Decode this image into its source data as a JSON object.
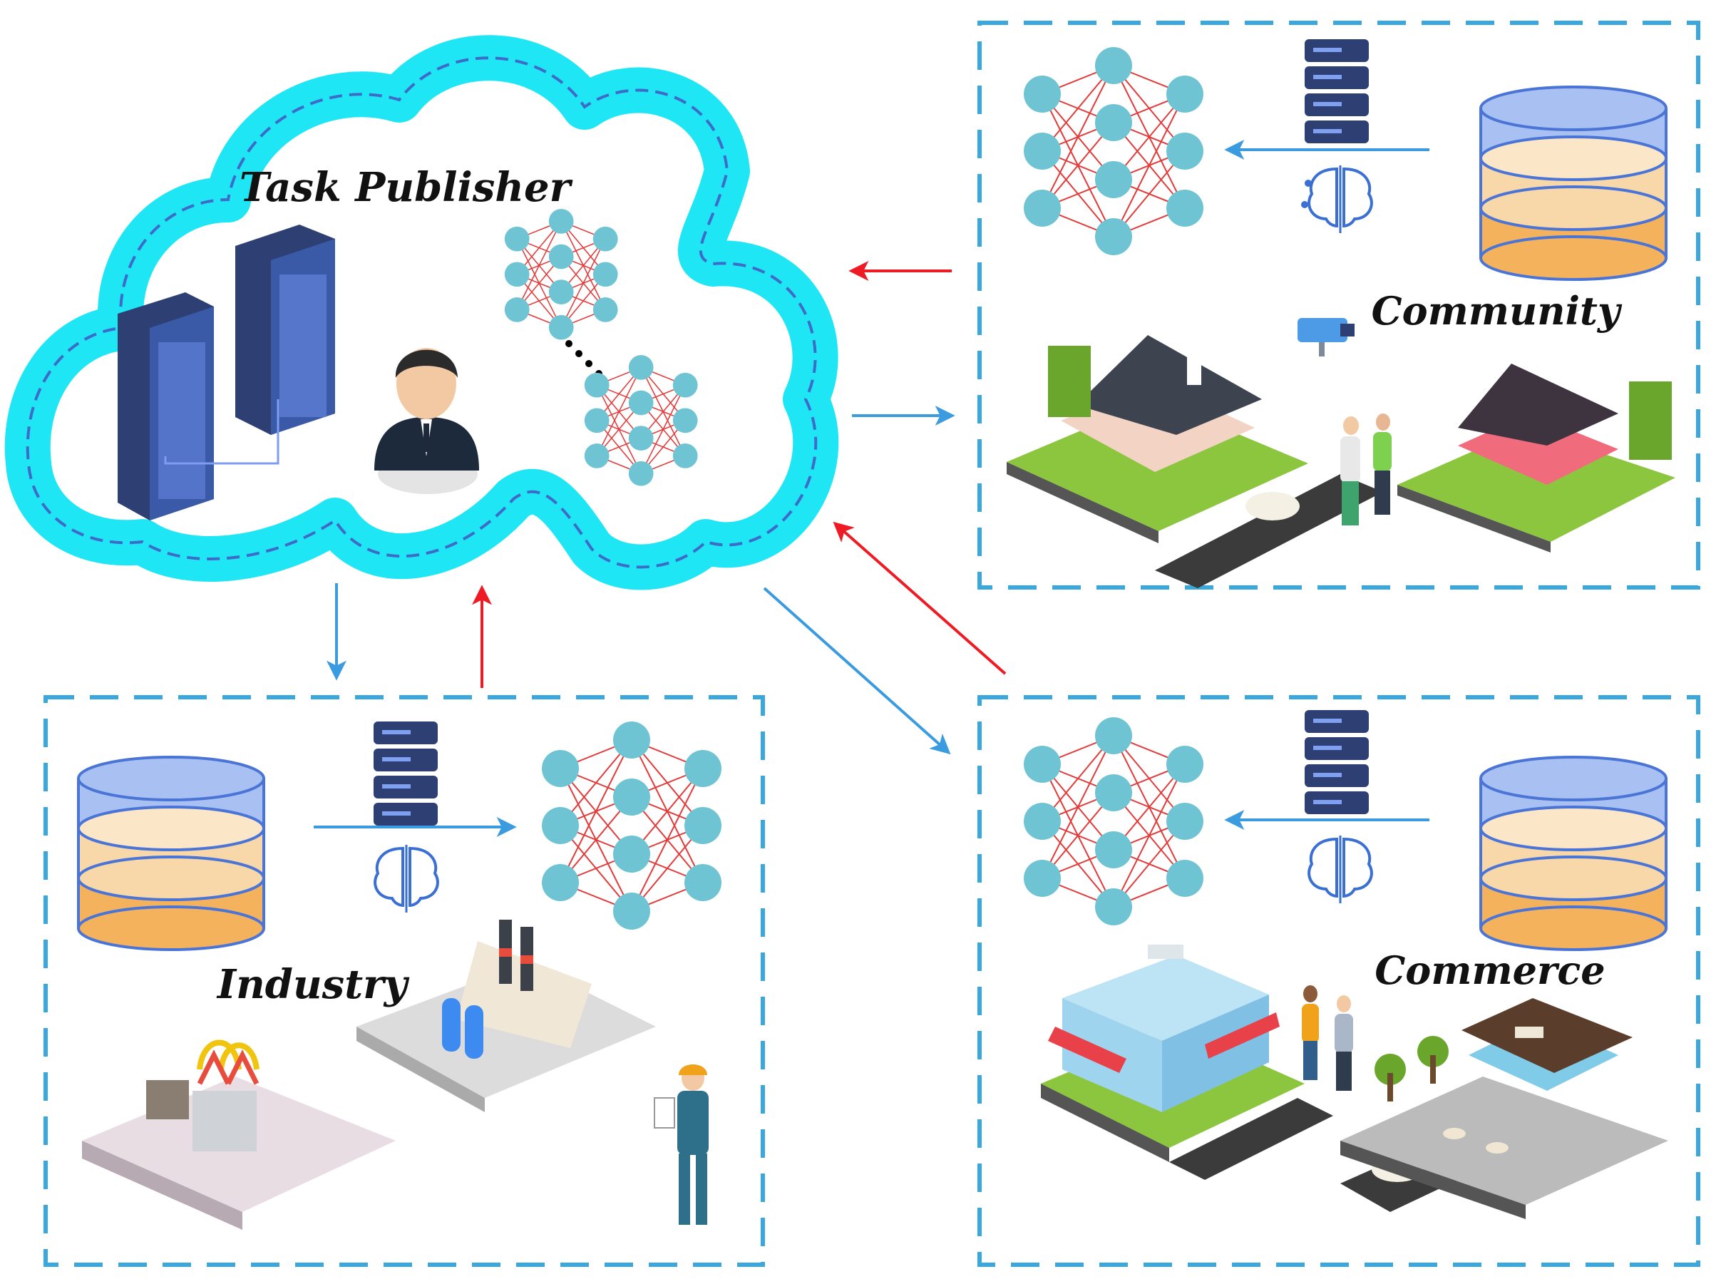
{
  "labels": {
    "publisher": "Task Publisher",
    "community": "Community",
    "industry": "Industry",
    "commerce": "Commerce"
  },
  "colors": {
    "cloud_fill": "#1fe6f5",
    "dash_blue": "#3aa8dc",
    "cloud_dash": "#3d6cc8",
    "arrow_blue": "#3a9be0",
    "arrow_red": "#ee1b24",
    "node": "#6fc4d4",
    "edge": "#e33a3a",
    "server": "#2d3f73",
    "db_top": "#a9c0f2",
    "db_mid": "#f8d7a8",
    "db_bot": "#f5b25c"
  },
  "icons": [
    "server-rack-icon",
    "user-avatar-icon",
    "neural-network-icon",
    "database-icon",
    "ai-brain-icon",
    "house-icon",
    "factory-icon",
    "shop-icon",
    "cafe-icon",
    "worker-icon",
    "camera-icon"
  ]
}
